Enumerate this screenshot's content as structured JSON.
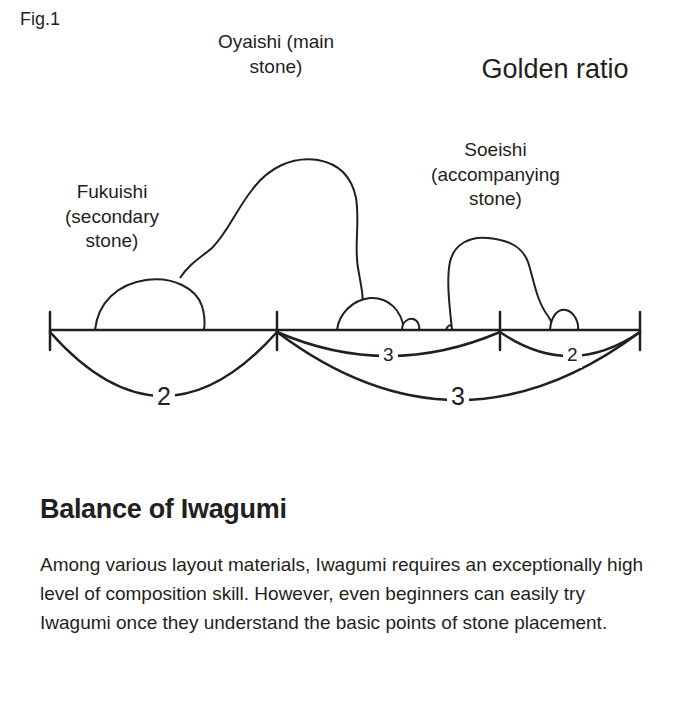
{
  "diagram": {
    "title": "Balance of Iwagumi",
    "caption": "Among various layout materials, Iwagumi requires an exceptionally high level of composition skill. However, even beginners can easily try Iwagumi once they understand the basic points of stone placement.",
    "labels": [
      "Fig.1",
      "Golden ratio",
      "Oyaishi (main stone)",
      "Fukuishi (secondary stone)",
      "Soeishi (accompanying stone)",
      "3",
      "2",
      "2",
      "3"
    ]
  }
}
